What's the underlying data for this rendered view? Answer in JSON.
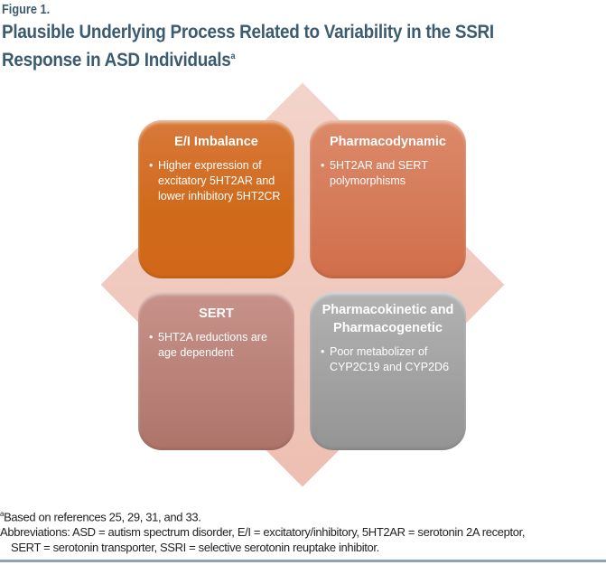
{
  "figure_label": "Figure 1.",
  "title": {
    "line1": "Plausible Underlying Process Related to Variability in the SSRI",
    "line2": "Response in ASD Individuals",
    "superscript": "a"
  },
  "quadrants": [
    {
      "heading": "E/I Imbalance",
      "bullets": [
        "Higher expression of excitatory 5HT2AR and lower inhibitory 5HT2CR"
      ],
      "color": "#d16819"
    },
    {
      "heading": "Pharmacodynamic",
      "bullets": [
        "5HT2AR and SERT polymorphisms"
      ],
      "color": "#d47555"
    },
    {
      "heading": "SERT",
      "bullets": [
        "5HT2A reductions are age dependent"
      ],
      "color": "#b98078"
    },
    {
      "heading": "Pharmacokinetic and Pharmacogenetic",
      "bullets": [
        "Poor metabolizer of CYP2C19 and CYP2D6"
      ],
      "color": "#a3a3a3"
    }
  ],
  "footnotes": {
    "marker": "a",
    "references": "Based on references 25, 29, 31, and 33.",
    "abbreviations_line1": "Abbreviations: ASD = autism spectrum disorder, E/I = excitatory/inhibitory, 5HT2AR = serotonin 2A receptor,",
    "abbreviations_line2": "SERT = serotonin transporter, SSRI = selective serotonin reuptake inhibitor."
  }
}
